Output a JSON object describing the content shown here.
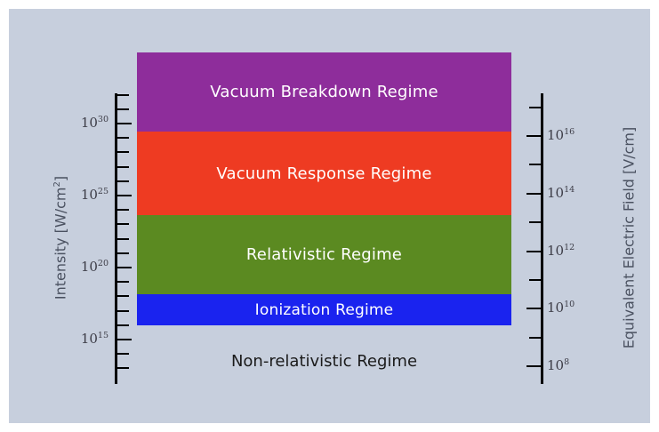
{
  "figure": {
    "background_color": "#c7cfdd",
    "page_color": "#ffffff"
  },
  "left_axis": {
    "title": "Intensity [W/cm",
    "title_sup": "2",
    "title_suffix": "]",
    "title_full": "Intensity [W/cm2]",
    "scale": "log10",
    "unit": "W/cm^2",
    "tick_labels": [
      "10^30",
      "10^25",
      "10^20",
      "10^15"
    ],
    "tick_label_mantissa": "10",
    "tick_exponents": [
      "30",
      "25",
      "20",
      "15"
    ],
    "minor_tick_decades": [
      32,
      31,
      30,
      29,
      28,
      27,
      26,
      25,
      24,
      23,
      22,
      21,
      20,
      19,
      18,
      17,
      16,
      15,
      14,
      13
    ],
    "axis_range": [
      13,
      32
    ],
    "color": "#000000",
    "label_color": "#3c3c46"
  },
  "right_axis": {
    "title": "Equivalent Electric Field  [V/cm]",
    "scale": "log10",
    "unit": "V/cm",
    "tick_labels": [
      "10^16",
      "10^14",
      "10^12",
      "10^10",
      "10^8"
    ],
    "tick_label_mantissa": "10",
    "tick_exponents": [
      "16",
      "14",
      "12",
      "10",
      "8"
    ],
    "minor_tick_decades": [
      17,
      16,
      15,
      14,
      13,
      12,
      11,
      10,
      9,
      8,
      7
    ],
    "axis_range": [
      7,
      17
    ],
    "color": "#000000",
    "label_color": "#3c3c46"
  },
  "chart_data": {
    "type": "bar",
    "orientation": "stacked-vertical",
    "title": "",
    "xlabel": "",
    "ylabel": "Intensity [W/cm2]",
    "ylabel_secondary": "Equivalent Electric Field  [V/cm]",
    "grid": false,
    "legend": "none",
    "ylim": [
      13,
      32
    ],
    "ylim_secondary": [
      7,
      17
    ],
    "categories": [
      "Non-relativistic Regime",
      "Ionization Regime",
      "Relativistic Regime",
      "Vacuum Response Regime",
      "Vacuum Breakdown Regime"
    ],
    "bands": [
      {
        "label": "Vacuum Breakdown Regime",
        "color": "#8e2d9b",
        "text_color": "#ffffff",
        "intensity_low_log10": 29.0,
        "intensity_high_log10": 34.5,
        "efield_low_log10": 15.5,
        "efield_high_log10": 18.3,
        "filled": true
      },
      {
        "label": "Vacuum Response Regime",
        "color": "#ee3b22",
        "text_color": "#ffffff",
        "intensity_low_log10": 23.2,
        "intensity_high_log10": 29.0,
        "efield_low_log10": 12.6,
        "efield_high_log10": 15.5,
        "filled": true
      },
      {
        "label": "Relativistic Regime",
        "color": "#5b8a21",
        "text_color": "#ffffff",
        "intensity_low_log10": 17.7,
        "intensity_high_log10": 23.2,
        "efield_low_log10": 9.9,
        "efield_high_log10": 12.6,
        "filled": true
      },
      {
        "label": "Ionization Regime",
        "color": "#1a23ef",
        "text_color": "#ffffff",
        "intensity_low_log10": 15.5,
        "intensity_high_log10": 17.7,
        "efield_low_log10": 8.8,
        "efield_high_log10": 9.9,
        "filled": true
      },
      {
        "label": "Non-relativistic Regime",
        "color": "#c7cfdd",
        "text_color": "#1a1a1a",
        "intensity_low_log10": 13.0,
        "intensity_high_log10": 15.5,
        "efield_low_log10": 7.0,
        "efield_high_log10": 8.8,
        "filled": false
      }
    ]
  }
}
